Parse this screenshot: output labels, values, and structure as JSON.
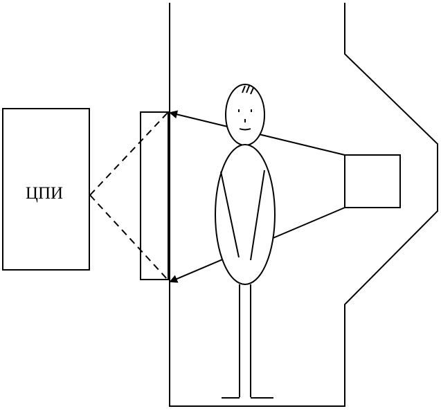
{
  "diagram": {
    "cpi_label": "ЦПИ",
    "colors": {
      "stroke": "#000000",
      "background": "#ffffff"
    },
    "elements": [
      "cpi-box",
      "detector-panel",
      "corridor-wall",
      "person-figure",
      "emitter-box",
      "ray-arrows",
      "dashed-link-lines"
    ]
  }
}
